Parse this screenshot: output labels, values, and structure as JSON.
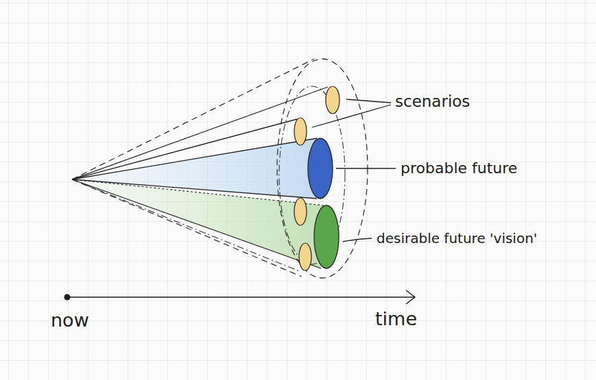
{
  "diagram": {
    "labels": [
      "scenarios",
      "probable future",
      "desirable future 'vision'",
      "now",
      "time"
    ]
  }
}
